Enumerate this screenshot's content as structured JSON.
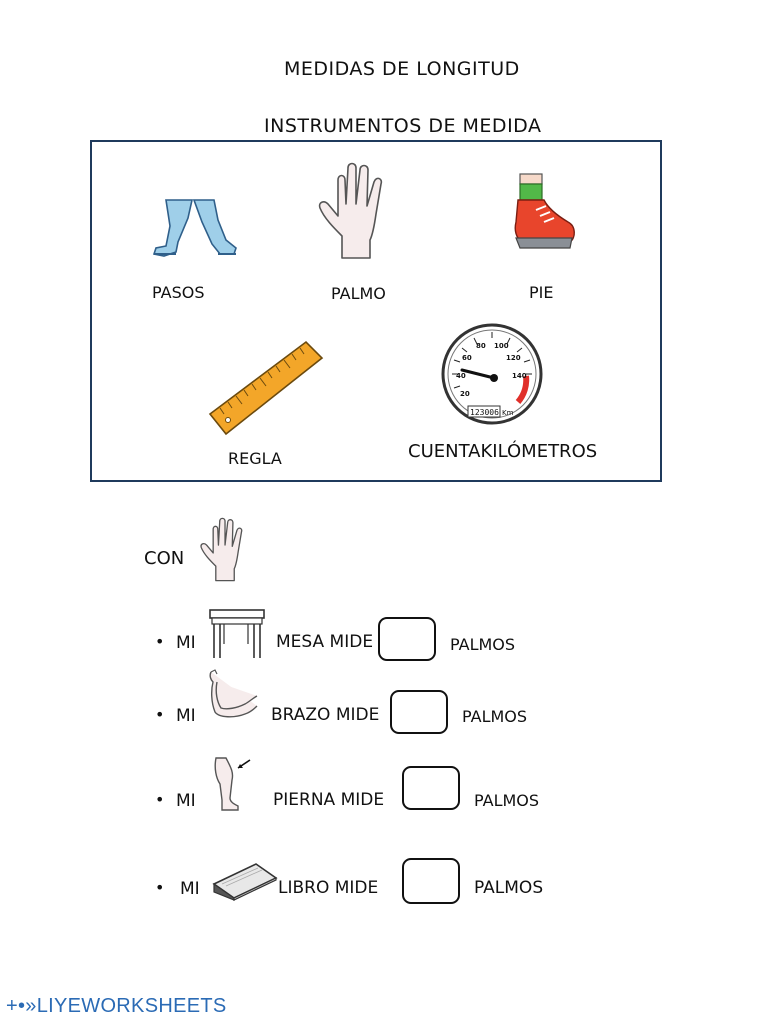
{
  "header": {
    "title": "MEDIDAS DE LONGITUD",
    "subtitle": "INSTRUMENTOS DE MEDIDA"
  },
  "instruments": {
    "pasos": "PASOS",
    "palmo": "PALMO",
    "pie": "PIE",
    "regla": "REGLA",
    "cuentakilometros": "CUENTAKILÓMETROS",
    "gauge_numbers": [
      "20",
      "40",
      "60",
      "80",
      "100",
      "120",
      "140"
    ],
    "odometer": "123006",
    "odometer_unit": "Km"
  },
  "intro": {
    "con": "CON"
  },
  "questions": [
    {
      "mi": "MI",
      "text": "MESA MIDE",
      "unit": "PALMOS",
      "answer": ""
    },
    {
      "mi": "MI",
      "text": "BRAZO MIDE",
      "unit": "PALMOS",
      "answer": ""
    },
    {
      "mi": "MI",
      "text": "PIERNA MIDE",
      "unit": "PALMOS",
      "answer": ""
    },
    {
      "mi": "MI",
      "text": "LIBRO MIDE",
      "unit": "PALMOS",
      "answer": ""
    }
  ],
  "footer": {
    "brand": "LIYEWORKSHEETS",
    "mark": "+•»"
  },
  "colors": {
    "frame": "#1f3a5c",
    "footer": "#2b6bb5",
    "ruler": "#f3a629",
    "shoe": "#e8452c"
  }
}
